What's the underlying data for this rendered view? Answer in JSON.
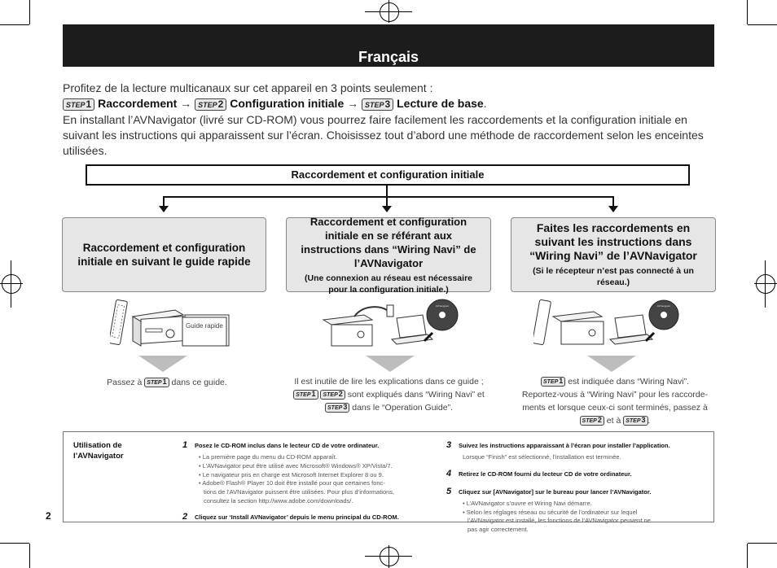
{
  "header": {
    "title": "Français"
  },
  "intro": {
    "line1": "Profitez de la lecture multicanaux sur cet appareil en 3 points seulement :",
    "steps": [
      {
        "badge": "STEP",
        "num": "1",
        "label": "Raccordement"
      },
      {
        "badge": "STEP",
        "num": "2",
        "label": "Configuration initiale"
      },
      {
        "badge": "STEP",
        "num": "3",
        "label": "Lecture de base"
      }
    ],
    "arrow": "→",
    "period": ".",
    "paragraph": "En installant l’AVNavigator (livré sur CD-ROM) vous pourrez faire facilement les raccordements et la configuration initiale en suivant les instructions qui apparaissent sur l’écran. Choisissez tout d’abord une méthode de raccordement selon les enceintes utilisées."
  },
  "flow": {
    "main_label": "Raccordement et configuration initiale",
    "options": [
      {
        "title": "Raccordement et configuration initiale en suivant le guide rapide",
        "subtitle": ""
      },
      {
        "title": "Raccordement et configuration initiale en se référant aux instructions dans “Wiring Navi” de l’AVNavigator",
        "subtitle": "(Une connexion au réseau est nécessaire pour la configuration initiale.)"
      },
      {
        "title": "Faites les raccordements en suivant les instructions dans “Wiring Navi” de l’AVNavigator",
        "subtitle": "(Si le récepteur n’est pas connecté à un réseau.)"
      }
    ],
    "guide_label": "Guide rapide",
    "disc_label": "AVNavigator",
    "captions": {
      "left_pre": "Passez à",
      "left_post": "dans ce guide.",
      "center_1": "Il est inutile de lire les explications dans ce guide ;",
      "center_2": "sont expliqués dans “Wiring Navi” et",
      "center_3": "dans le “Operation Guide”.",
      "right_1": "est indiquée dans “Wiring Navi”.",
      "right_2": "Reportez-vous à “Wiring Navi” pour les raccorde-",
      "right_3": "ments et lorsque ceux-ci sont terminés, passez à",
      "right_and": "et à",
      "right_end": "."
    }
  },
  "info_box": {
    "label": "Utilisation de l’AVNavigator",
    "steps": [
      {
        "num": "1",
        "title": "Posez le CD-ROM inclus dans le lecteur CD de votre ordinateur.",
        "bullets": [
          "La première page du menu du CD-ROM apparaît.",
          "L’AVNavigator peut être utilisé avec Microsoft® Windows® XP/Vista/7.",
          "Le navigateur pris en charge est Microsoft Internet Explorer 8 ou 9.",
          "Adobe® Flash® Player 10 doit être installé pour que certaines fonc-",
          "tions de l’AVNavigator puissent être utilisées. Pour plus d’informations,",
          "consultez la section http://www.adobe.com/downloads/."
        ]
      },
      {
        "num": "2",
        "title": "Cliquez sur ‘Install AVNavigator’ depuis le menu principal du CD-ROM."
      },
      {
        "num": "3",
        "title": "Suivez les instructions apparaissant à l’écran pour installer l’application.",
        "note": "Lorsque “Finish” est sélectionné, l’installation est terminée."
      },
      {
        "num": "4",
        "title": "Retirez le CD-ROM fourni du lecteur CD de votre ordinateur."
      },
      {
        "num": "5",
        "title": "Cliquez sur [AVNavigator] sur le bureau pour lancer l’AVNavigator.",
        "bullets": [
          "L’AVNavigator s’ouvre et Wiring Navi démarre.",
          "Selon les réglages réseau ou sécurité de l’ordinateur sur lequel",
          "l’AVNavigator est installé, les fonctions de l’AVNavigator peuvent ne",
          "pas agir correctement."
        ]
      }
    ]
  },
  "page_number": "2"
}
